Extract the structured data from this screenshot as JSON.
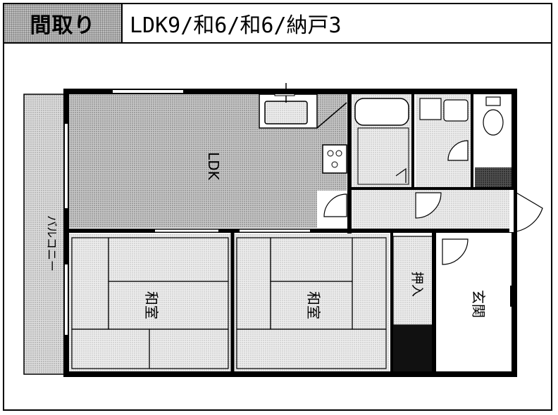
{
  "header": {
    "label": "間取り",
    "value": "LDK9/和6/和6/納戸3"
  },
  "rooms": {
    "ldk": "LDK",
    "balcony": "バルコニー",
    "washitsu1": "和室",
    "washitsu2": "和室",
    "oshiire": "押入",
    "genkan": "玄関"
  },
  "colors": {
    "wall": "#000000",
    "floor_ldk": "#bcbcbc",
    "floor_room": "#e2e2e2",
    "floor_balcony": "#d6d6d6"
  }
}
